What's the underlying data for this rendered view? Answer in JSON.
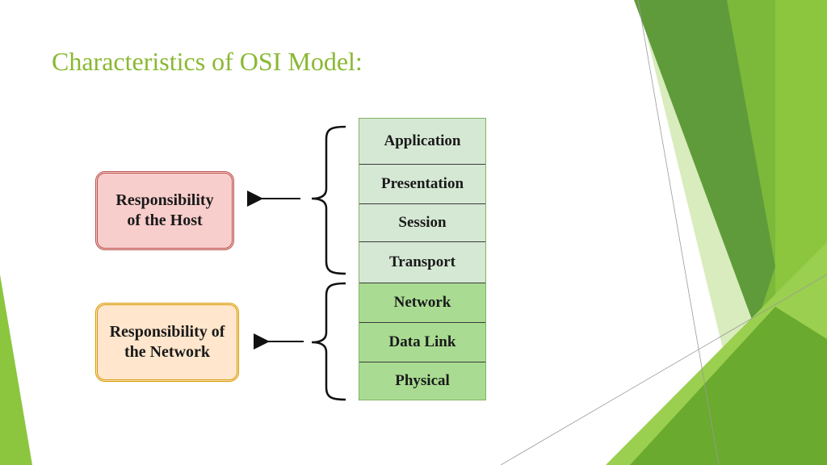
{
  "slide": {
    "title": "Characteristics of OSI Model:",
    "title_color": "#8ab833"
  },
  "groups": {
    "host": {
      "label": "Responsibility\nof the Host",
      "fill": "#f8cecc",
      "stroke": "#b85450"
    },
    "network": {
      "label": "Responsibility of\nthe Network",
      "fill": "#ffe6cc",
      "stroke": "#d79b00"
    }
  },
  "layers": [
    {
      "name": "Application",
      "group": "host"
    },
    {
      "name": "Presentation",
      "group": "host"
    },
    {
      "name": "Session",
      "group": "host"
    },
    {
      "name": "Transport",
      "group": "host"
    },
    {
      "name": "Network",
      "group": "network"
    },
    {
      "name": "Data Link",
      "group": "network"
    },
    {
      "name": "Physical",
      "group": "network"
    }
  ],
  "colors": {
    "accent_green": "#8ab833",
    "upper_layer_fill": "#d5e8d4",
    "lower_layer_fill": "#a9dc92"
  }
}
